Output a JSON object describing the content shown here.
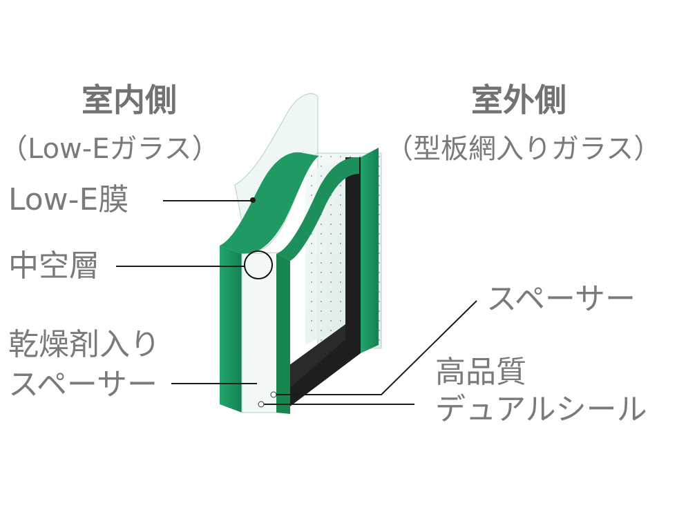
{
  "labels": {
    "indoor_side": "室内側",
    "indoor_glass": "（Low-Eガラス）",
    "outdoor_side": "室外側",
    "outdoor_glass": "（型板網入りガラス）",
    "lowe_film": "Low-E膜",
    "air_layer": "中空層",
    "desiccant_line1": "乾燥剤入り",
    "desiccant_line2": "スペーサー",
    "spacer": "スペーサー",
    "seal_line1": "高品質",
    "seal_line2": "デュアルシール"
  },
  "colors": {
    "glass_edge_green": "#1f9a62",
    "glass_edge_dark": "#0f6b45",
    "glass_face": "#e8f3f1",
    "spacer_dark": "#1a1a1a",
    "desiccant": "#b8621c",
    "label_text": "#7a7a7a"
  }
}
